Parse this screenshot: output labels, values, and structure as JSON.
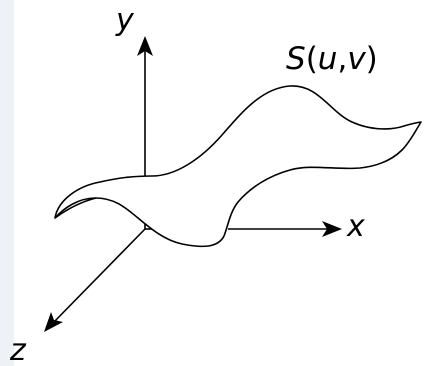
{
  "axes": {
    "x_label": "x",
    "y_label": "y",
    "z_label": "z"
  },
  "surface": {
    "label": "S(u,v)",
    "label_parts": [
      "S",
      "(",
      "u",
      ",",
      "v",
      ")"
    ]
  },
  "colors": {
    "stroke": "#000000",
    "background": "#ffffff",
    "left_strip": "#eef1f6"
  }
}
